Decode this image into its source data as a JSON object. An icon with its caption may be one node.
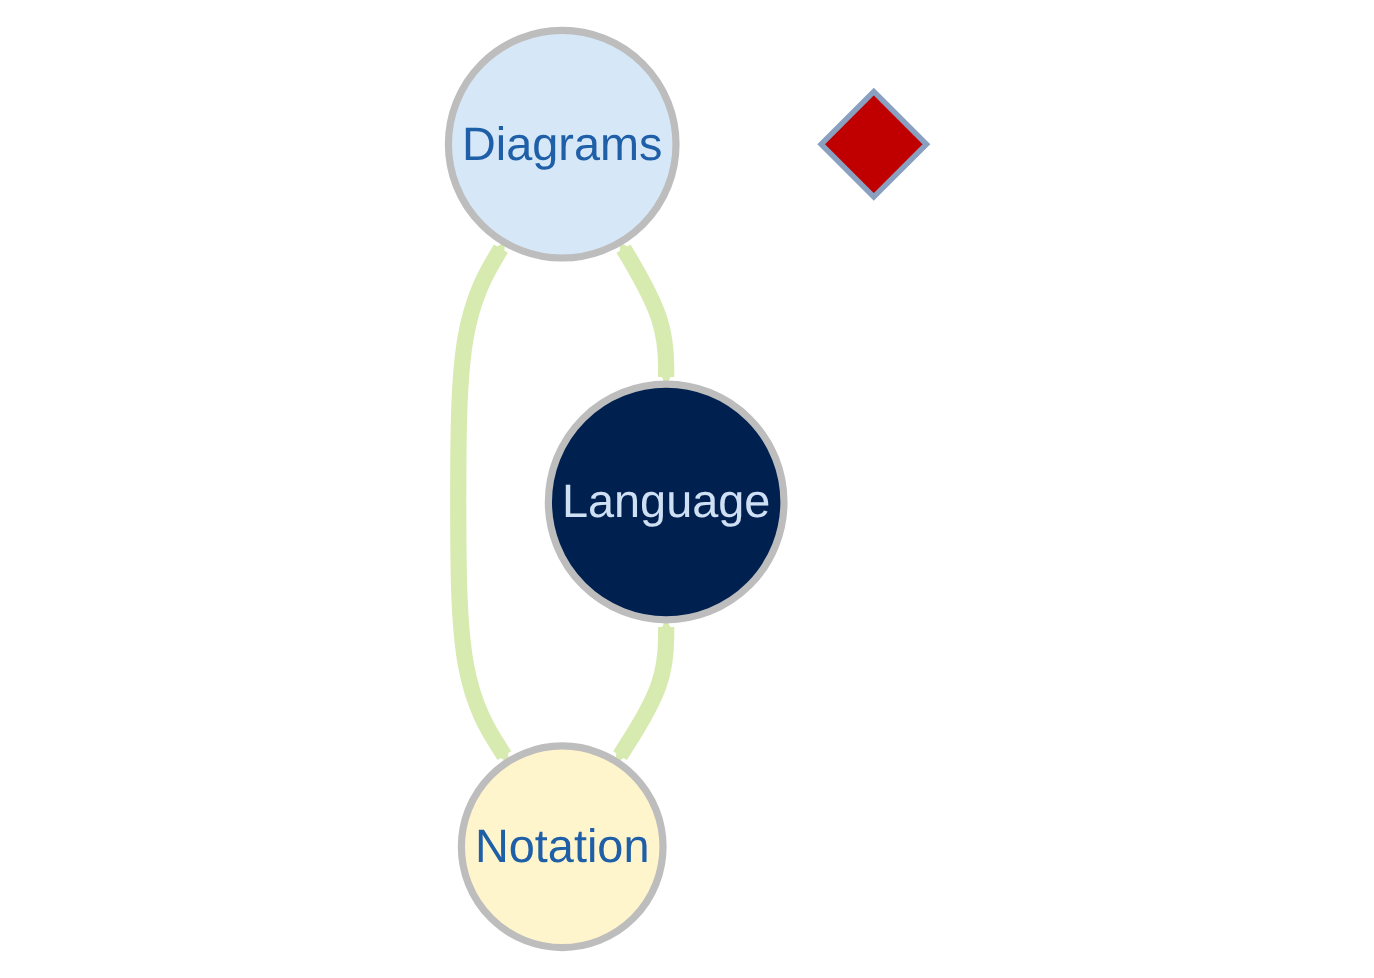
{
  "diagram": {
    "nodes": [
      {
        "text": [
          "Diagrams"
        ]
      },
      {
        "text": [
          "Language"
        ]
      },
      {
        "text": [
          "Notation"
        ]
      },
      {
        "text": [],
        "shape": "diamond"
      }
    ],
    "edges": [
      {
        "from": 0,
        "to": 1,
        "arrow": "both"
      },
      {
        "from": 0,
        "to": 2,
        "arrow": "both"
      },
      {
        "from": 1,
        "to": 2,
        "arrow": "both"
      }
    ]
  }
}
